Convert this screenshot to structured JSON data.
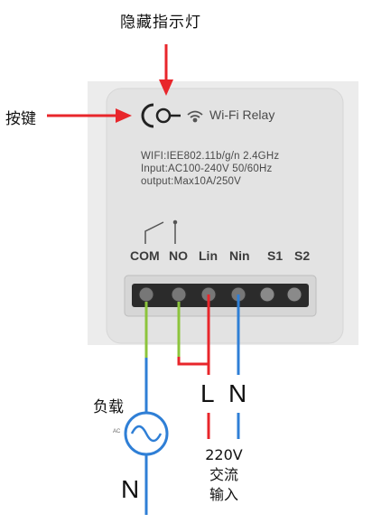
{
  "labels": {
    "hidden_indicator": "隐藏指示灯",
    "button": "按键",
    "load": "负载",
    "load_ac": "AC",
    "line_L": "L",
    "neutral_N_input": "N",
    "neutral_N_load": "N",
    "input_voltage": "220V",
    "input_ac": "交流",
    "input_in": "输入"
  },
  "device": {
    "title": "Wi-Fi Relay",
    "spec_wifi": "WIFI:IEE802.11b/g/n 2.4GHz",
    "spec_input": "Input:AC100-240V  50/60Hz",
    "spec_output": "output:Max10A/250V",
    "terminals": [
      "COM",
      "NO",
      "Lin",
      "Nin",
      "S1",
      "S2"
    ]
  },
  "colors": {
    "arrow_red": "#e8262b",
    "wire_red": "#e8262b",
    "wire_blue": "#2f7fd6",
    "wire_green": "#8cc43c",
    "device_bg": "#e9e9e9"
  }
}
